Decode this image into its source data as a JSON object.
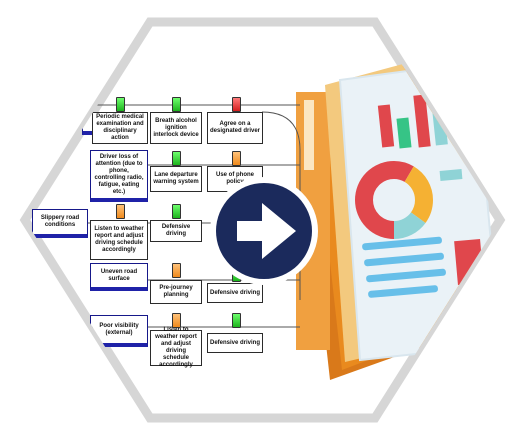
{
  "diagram": {
    "hazard": "Slippery road conditions",
    "threats": [
      {
        "label": "",
        "barriers": [
          {
            "label": "Periodic medical examination and disciplinary action",
            "status": "green"
          },
          {
            "label": "Breath alcohol ignition interlock device",
            "status": "green"
          },
          {
            "label": "Agree on a designated driver",
            "status": "red"
          }
        ]
      },
      {
        "label": "Driver loss of attention (due to phone, controlling radio, fatigue, eating etc.)",
        "barriers": [
          {
            "label": "Lane departure warning system",
            "status": "green"
          },
          {
            "label": "Use of phone policy",
            "status": "orange"
          }
        ]
      },
      {
        "label": "",
        "barriers": [
          {
            "label": "Listen to weather report and adjust driving schedule accordingly",
            "status": "orange"
          },
          {
            "label": "Defensive driving",
            "status": "green"
          }
        ]
      },
      {
        "label": "Uneven road surface",
        "barriers": [
          {
            "label": "Pre-journey planning",
            "status": "orange"
          },
          {
            "label": "Defensive driving",
            "status": "green"
          }
        ]
      },
      {
        "label": "Poor visibility (external)",
        "barriers": [
          {
            "label": "Listen to weather report and adjust driving schedule accordingly",
            "status": "orange"
          },
          {
            "label": "Defensive driving",
            "status": "green"
          }
        ]
      }
    ]
  },
  "colors": {
    "hexagon_border": "#d6d6d6",
    "arrow_circle": "#1b2a5c",
    "doc_orange": "#e98a1e",
    "doc_paper": "#e8f1f6",
    "chart_red": "#e0474c",
    "chart_teal": "#8fd3d6",
    "chart_green": "#36c486",
    "chart_blue_lines": "#67bfe9"
  },
  "icons": {
    "arrow": "arrow-right-icon",
    "report": "report-document-icon"
  }
}
